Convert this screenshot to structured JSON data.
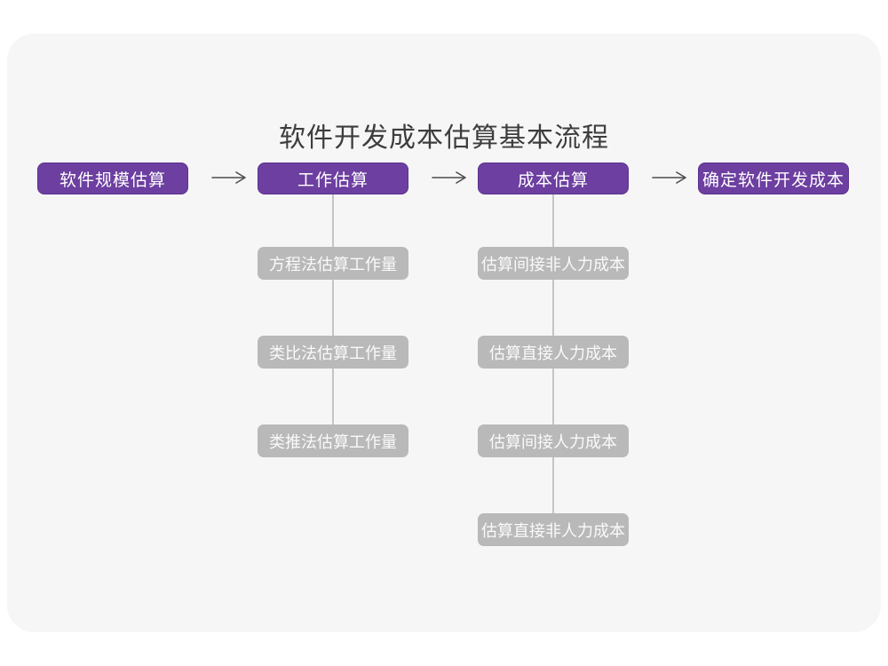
{
  "title": "软件开发成本估算基本流程",
  "colors": {
    "stage_fill": "#6c3fa0",
    "stage_border": "#5c3390",
    "substep_fill": "#b9b9b9",
    "substep_text": "#fafafa",
    "connector": "#c5c5c5",
    "arrow": "#4d4d4d",
    "card_background": "#f6f6f7",
    "page_background": "#ffffff",
    "title_color": "#3d3d3d"
  },
  "flow": {
    "stages": [
      {
        "label": "软件规模估算",
        "substeps": []
      },
      {
        "label": "工作估算",
        "substeps": [
          "方程法估算工作量",
          "类比法估算工作量",
          "类推法估算工作量"
        ]
      },
      {
        "label": "成本估算",
        "substeps": [
          "估算间接非人力成本",
          "估算直接人力成本",
          "估算间接人力成本",
          "估算直接非人力成本"
        ]
      },
      {
        "label": "确定软件开发成本",
        "substeps": []
      }
    ]
  }
}
